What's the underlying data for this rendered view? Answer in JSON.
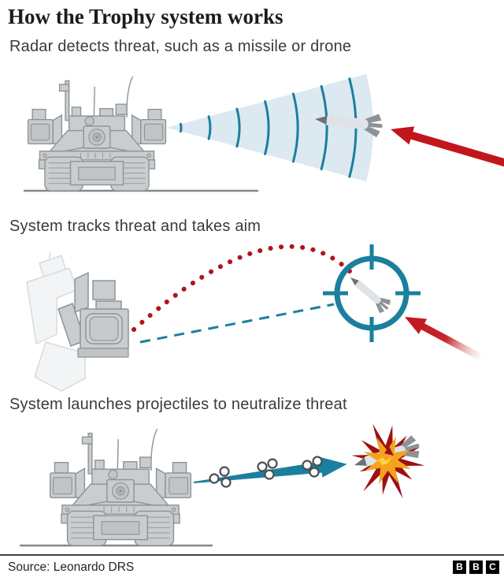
{
  "title": "How the Trophy system works",
  "panels": [
    {
      "heading": "Radar detects threat, such as a missile or drone"
    },
    {
      "heading": "System tracks threat and takes aim"
    },
    {
      "heading": "System launches projectiles to neutralize threat"
    }
  ],
  "footer": {
    "source": "Source: Leonardo DRS",
    "logo_letters": [
      "B",
      "B",
      "C"
    ]
  },
  "colors": {
    "teal": "#1b7f9e",
    "radar_fill": "#dce9f0",
    "red": "#c0161c",
    "dot_red": "#b5121b",
    "dark_red": "#9e1012",
    "orange": "#f5a31e",
    "yellow": "#ffd24a",
    "tank_fill": "#c9cdcf",
    "tank_stroke": "#8e9496",
    "text": "#1c1c1c"
  }
}
